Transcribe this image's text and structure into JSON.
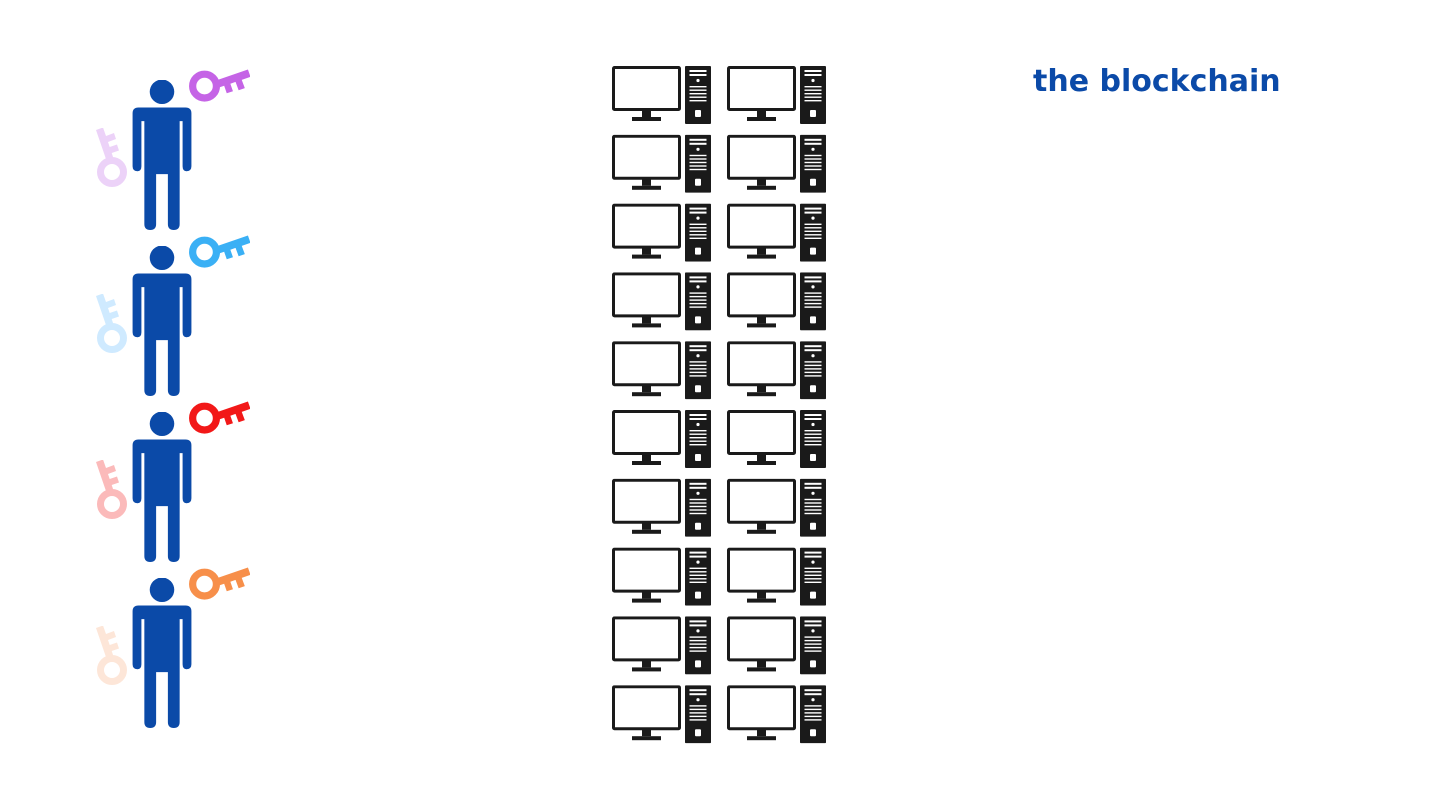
{
  "title": "the blockchain",
  "colors": {
    "person": "#0b4aa8",
    "computer": "#1a1a1a",
    "title": "#0b4aa8"
  },
  "users": [
    {
      "id": "user-1",
      "public_key_color": "#c564e6",
      "private_key_color": "#ecd2f8"
    },
    {
      "id": "user-2",
      "public_key_color": "#3ab0f5",
      "private_key_color": "#cfeaff"
    },
    {
      "id": "user-3",
      "public_key_color": "#f21818",
      "private_key_color": "#fbbaba"
    },
    {
      "id": "user-4",
      "public_key_color": "#f78f4a",
      "private_key_color": "#fde6d8"
    }
  ],
  "icons": {
    "person": "person-icon",
    "key": "key-icon",
    "computer": "desktop-computer-icon"
  },
  "network": {
    "rows": 10,
    "columns": 2
  }
}
